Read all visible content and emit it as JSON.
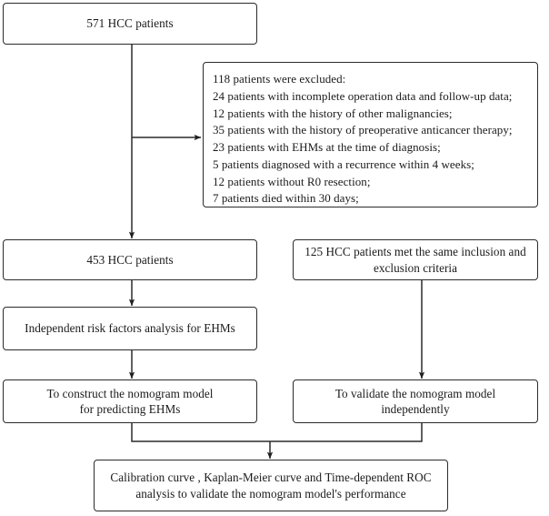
{
  "diagram": {
    "title": "HCC patient study flowchart",
    "stroke_color": "#2b2b2b",
    "background_color": "#ffffff",
    "nodes": {
      "cohort": "571 HCC patients",
      "excluded": "118 patients were excluded:\n24 patients with incomplete operation data and follow-up data;\n12 patients with the history of other malignancies;\n35 patients with the history of preoperative anticancer therapy;\n23 patients with EHMs at the time of diagnosis;\n5 patients diagnosed with a recurrence within 4 weeks;\n12 patients without R0 resection;\n7 patients died within 30 days;",
      "included": "453 HCC patients",
      "validation_set": "125 HCC patients met the same inclusion and\nexclusion criteria",
      "risk_analysis": "Independent risk factors analysis for EHMs",
      "construct": "To construct the nomogram model\nfor predicting EHMs",
      "validate": "To validate the nomogram model\nindependently",
      "performance": "Calibration curve , Kaplan-Meier curve and Time-dependent ROC\nanalysis to validate the nomogram model's performance"
    },
    "excluded_lines": [
      "118 patients were excluded:",
      "24 patients with incomplete operation data and follow-up data;",
      "12 patients with the history of other malignancies;",
      "35 patients with the history of preoperative anticancer therapy;",
      "23 patients with EHMs at the time of diagnosis;",
      "5 patients diagnosed with a recurrence within 4 weeks;",
      "12 patients without R0 resection;",
      "7 patients died within 30 days;"
    ],
    "connectors": [
      {
        "name": "cohort-to-included",
        "from": "cohort",
        "to": "included",
        "type": "vertical-arrow"
      },
      {
        "name": "cohort-to-excluded",
        "from": "cohort",
        "to": "excluded",
        "type": "branch-right-arrow"
      },
      {
        "name": "included-to-risk-analysis",
        "from": "included",
        "to": "risk_analysis",
        "type": "vertical-arrow"
      },
      {
        "name": "risk-analysis-to-construct",
        "from": "risk_analysis",
        "to": "construct",
        "type": "vertical-arrow"
      },
      {
        "name": "validation-set-to-validate",
        "from": "validation_set",
        "to": "validate",
        "type": "vertical-arrow"
      },
      {
        "name": "construct-to-performance",
        "from": "construct",
        "to": "performance",
        "type": "elbow-merge-arrow"
      },
      {
        "name": "validate-to-performance",
        "from": "validate",
        "to": "performance",
        "type": "elbow-merge-arrow"
      }
    ]
  }
}
